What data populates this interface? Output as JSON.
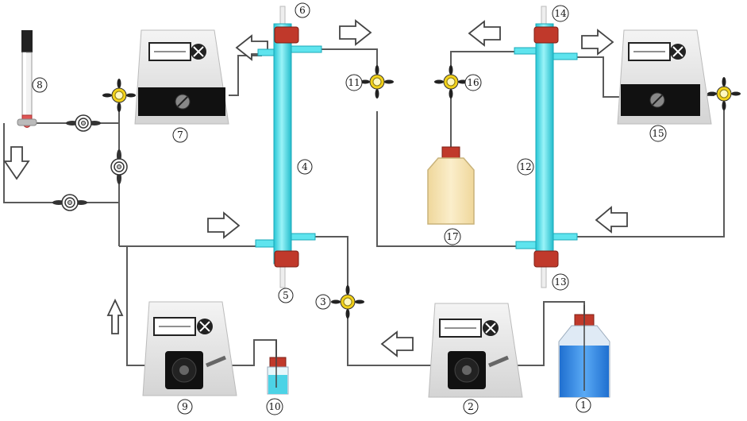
{
  "labels": {
    "n1": "1",
    "n2": "2",
    "n3": "3",
    "n4": "4",
    "n5": "5",
    "n6": "6",
    "n7": "7",
    "n8": "8",
    "n9": "9",
    "n10": "10",
    "n11": "11",
    "n12": "12",
    "n13": "13",
    "n14": "14",
    "n15": "15",
    "n16": "16",
    "n17": "17"
  },
  "colors": {
    "tube": "#555555",
    "column": "#3ee0ea",
    "cap": "#c0392b",
    "valve": "#f2d11a",
    "pump_body": "#e6e6e6",
    "bottle_blue": "#3a8ee6",
    "bottle_tan": "#f7e3b0"
  }
}
